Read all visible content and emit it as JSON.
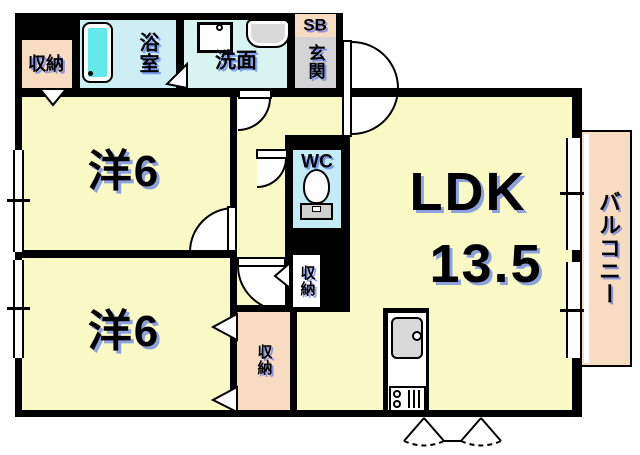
{
  "floorplan": {
    "rooms": {
      "closet_topleft": {
        "label": "収納"
      },
      "bathroom": {
        "label": "浴室"
      },
      "washroom": {
        "label": "洗面"
      },
      "entrance": {
        "shoebox": "SB",
        "label": "玄関"
      },
      "bedroom_upper": {
        "label": "洋6"
      },
      "bedroom_lower": {
        "label": "洋6"
      },
      "toilet": {
        "label": "WC"
      },
      "ldk": {
        "label": "LDK",
        "size": "13.5"
      },
      "closet_mid": {
        "label": "収納"
      },
      "closet_lower": {
        "label": "収納"
      },
      "balcony": {
        "label": "バルコニー"
      }
    },
    "colors": {
      "room_floor": "#f9f9c6",
      "closet_peach": "#f8dcc2",
      "bath_blue": "#cdeef5",
      "washroom_cyan": "#d7f4f0",
      "wc_blue": "#c3ecf6",
      "entrance_gray": "#d4d4d4",
      "bathtub_cyan": "#63e9e9",
      "wall_black": "#000000"
    }
  }
}
